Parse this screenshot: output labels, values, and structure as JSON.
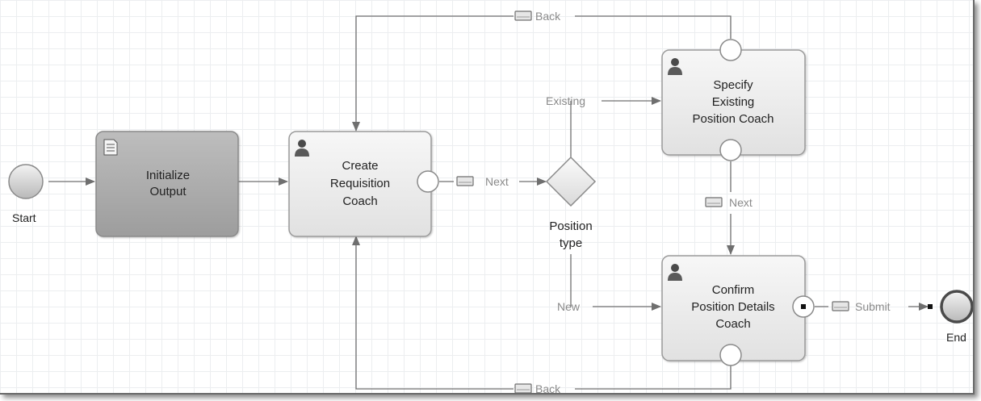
{
  "nodes": {
    "start": {
      "label": "Start"
    },
    "end": {
      "label": "End"
    },
    "initialize": {
      "line1": "Initialize",
      "line2": "Output"
    },
    "create": {
      "line1": "Create",
      "line2": "Requisition",
      "line3": "Coach"
    },
    "specify": {
      "line1": "Specify",
      "line2": "Existing",
      "line3": "Position Coach"
    },
    "confirm": {
      "line1": "Confirm",
      "line2": "Position Details",
      "line3": "Coach"
    },
    "gateway": {
      "line1": "Position",
      "line2": "type"
    }
  },
  "connections": {
    "back_top": "Back",
    "back_bottom": "Back",
    "next_create": "Next",
    "next_specify": "Next",
    "existing": "Existing",
    "new": "New",
    "submit": "Submit"
  },
  "colors": {
    "line": "#6f6f6f",
    "task_fill": "#e9e9e9",
    "script_task_fill": "#a9a9a9",
    "task_border": "#9a9a9a"
  }
}
